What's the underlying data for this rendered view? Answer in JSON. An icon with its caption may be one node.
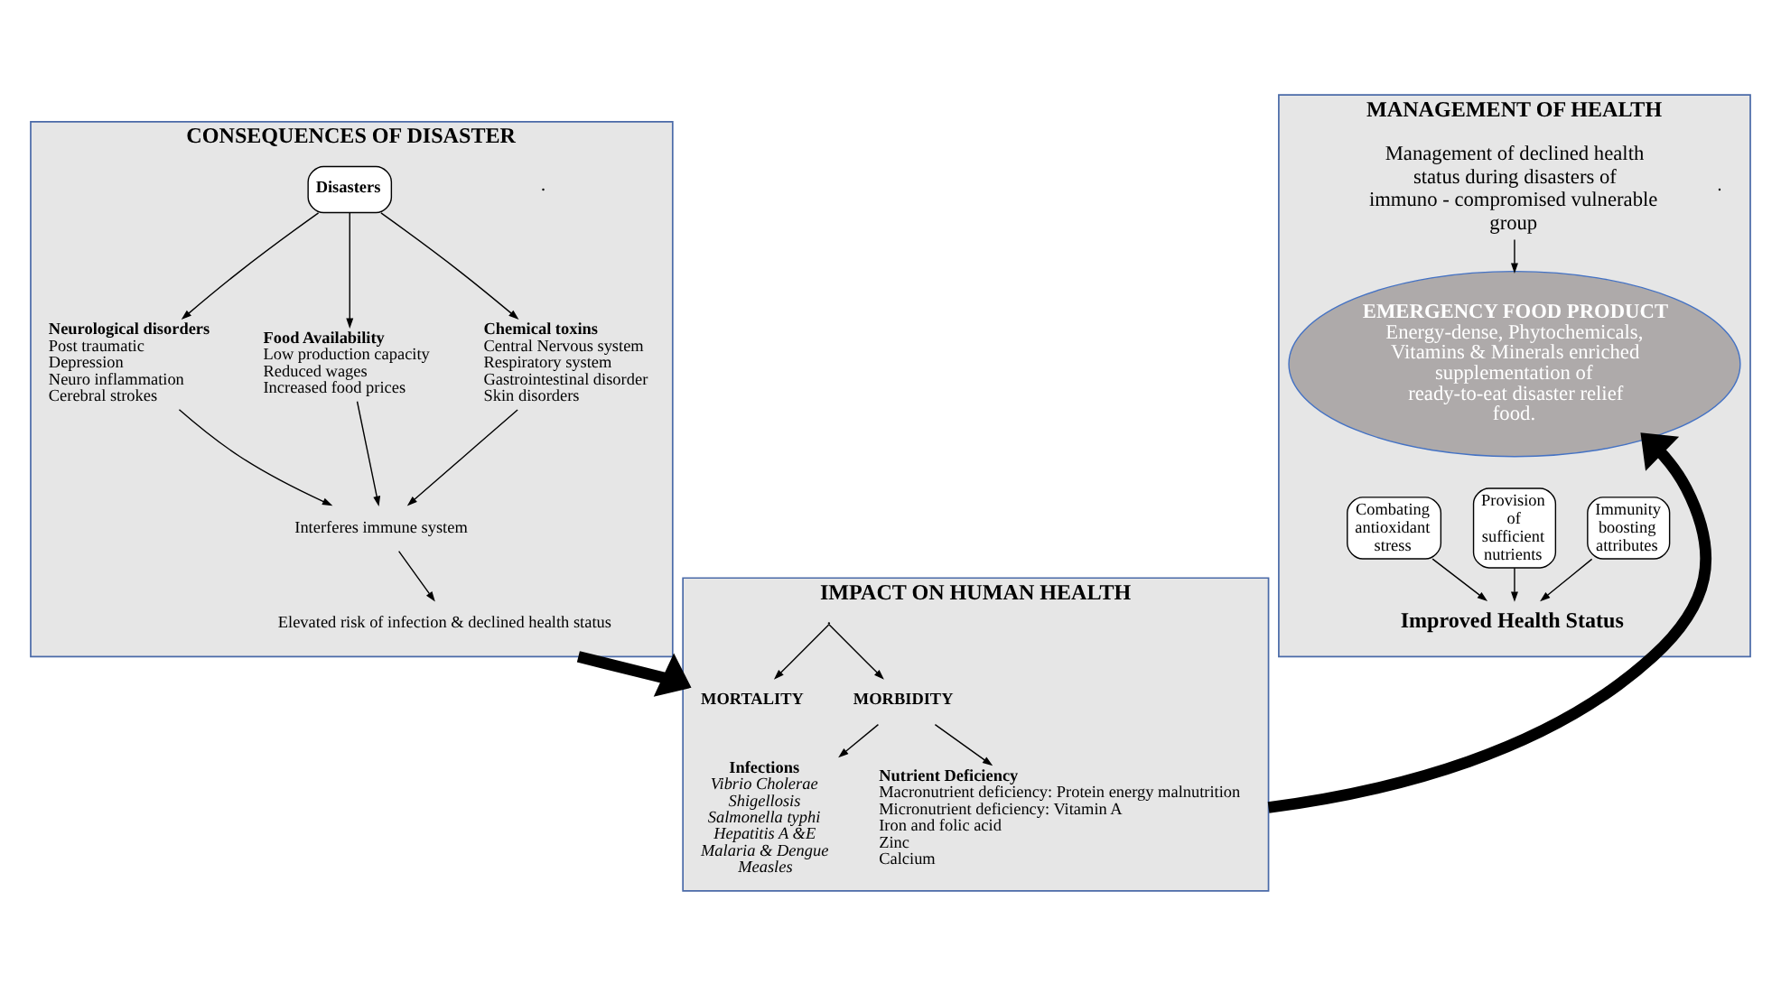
{
  "diagram": {
    "nodes": [
      {
        "text": [
          "CONSEQUENCES OF DISASTER"
        ]
      },
      {
        "text": [
          "Disasters"
        ],
        "in": 0
      },
      {
        "text": [
          "Neurological disorders",
          "Post traumatic",
          "Depression",
          "Neuro inflammation",
          "Cerebral strokes"
        ],
        "in": 0
      },
      {
        "text": [
          "Food Availability",
          "Low production capacity",
          "Reduced wages",
          "Increased food prices"
        ],
        "in": 0
      },
      {
        "text": [
          "Chemical toxins",
          "Central Nervous system",
          "Respiratory system",
          "Gastrointestinal disorder",
          "Skin disorders"
        ],
        "in": 0
      },
      {
        "text": [
          "Interferes immune system"
        ],
        "in": 0
      },
      {
        "text": [
          "Elevated risk of infection & declined health status"
        ],
        "in": 0
      },
      {
        "text": [
          "IMPACT ON HUMAN HEALTH"
        ]
      },
      {
        "text": [
          "MORTALITY"
        ],
        "in": 7
      },
      {
        "text": [
          "MORBIDITY"
        ],
        "in": 7
      },
      {
        "text": [
          "Infections",
          "Vibrio Cholerae",
          "Shigellosis",
          "Salmonella typhi",
          "Hepatitis A &E",
          "Malaria & Dengue",
          "Measles"
        ],
        "in": 7
      },
      {
        "text": [
          "Nutrient Deficiency",
          "Macronutrient deficiency: Protein energy malnutrition",
          "Micronutrient deficiency: Vitamin A",
          "Iron and folic acid",
          "Zinc",
          "Calcium"
        ],
        "in": 7
      },
      {
        "text": [
          "MANAGEMENT OF HEALTH"
        ]
      },
      {
        "text": [
          "Management of declined health status during disasters of immuno - compromised vulnerable group"
        ],
        "in": 12
      },
      {
        "text": [
          "EMERGENCY FOOD PRODUCT",
          "Energy-dense, Phytochemicals, Vitamins & Minerals enriched supplementation of ready-to-eat disaster relief food."
        ],
        "in": 12
      },
      {
        "text": [
          "Combating antioxidant stress"
        ],
        "in": 12
      },
      {
        "text": [
          "Provision of sufficient nutrients"
        ],
        "in": 12
      },
      {
        "text": [
          "Immunity boosting attributes"
        ],
        "in": 12
      },
      {
        "text": [
          "Improved Health Status"
        ],
        "in": 12
      }
    ],
    "edges": [
      {
        "from": 1,
        "to": 2,
        "arrow": "to"
      },
      {
        "from": 1,
        "to": 3,
        "arrow": "to"
      },
      {
        "from": 1,
        "to": 4,
        "arrow": "to"
      },
      {
        "from": 2,
        "to": 5,
        "arrow": "to"
      },
      {
        "from": 3,
        "to": 5,
        "arrow": "to"
      },
      {
        "from": 4,
        "to": 5,
        "arrow": "to"
      },
      {
        "from": 5,
        "to": 6,
        "arrow": "to"
      },
      {
        "from": 0,
        "to": 7,
        "arrow": "to",
        "style": "thick"
      },
      {
        "from": 7,
        "to": 8,
        "arrow": "to"
      },
      {
        "from": 7,
        "to": 9,
        "arrow": "to"
      },
      {
        "from": 9,
        "to": 10,
        "arrow": "to"
      },
      {
        "from": 9,
        "to": 11,
        "arrow": "to"
      },
      {
        "from": 7,
        "to": 14,
        "arrow": "to",
        "style": "thick"
      },
      {
        "from": 13,
        "to": 14,
        "arrow": "to"
      },
      {
        "from": 15,
        "to": 18,
        "arrow": "to"
      },
      {
        "from": 16,
        "to": 18,
        "arrow": "to"
      },
      {
        "from": 17,
        "to": 18,
        "arrow": "to"
      }
    ]
  }
}
